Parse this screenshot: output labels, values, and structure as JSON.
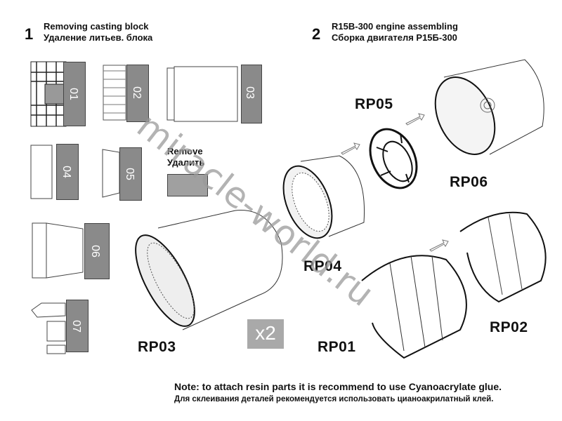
{
  "step1": {
    "number": "1",
    "title_en": "Removing casting block",
    "title_ru": "Удаление литьев. блока",
    "blocks": [
      "01",
      "02",
      "03",
      "04",
      "05",
      "06",
      "07"
    ],
    "remove_en": "Remove",
    "remove_ru": "Удалить"
  },
  "step2": {
    "number": "2",
    "title_en": "R15B-300 engine assembling",
    "title_ru": "Сборка двигателя Р15Б-300",
    "parts": {
      "rp01": "RP01",
      "rp02": "RP02",
      "rp03": "RP03",
      "rp04": "RP04",
      "rp05": "RP05",
      "rp06": "RP06"
    },
    "quantity": "x2"
  },
  "note": {
    "en": "Note: to attach resin parts it is recommend to use Cyanoacrylate glue.",
    "ru": "Для склеивания деталей рекомендуется использовать цианоакрилатный клей."
  },
  "watermark": "miracle-world.ru",
  "colors": {
    "block_gray": "#8a8a8a",
    "badge_gray": "#a9a9a9",
    "watermark_gray": "#9a9a9a"
  }
}
